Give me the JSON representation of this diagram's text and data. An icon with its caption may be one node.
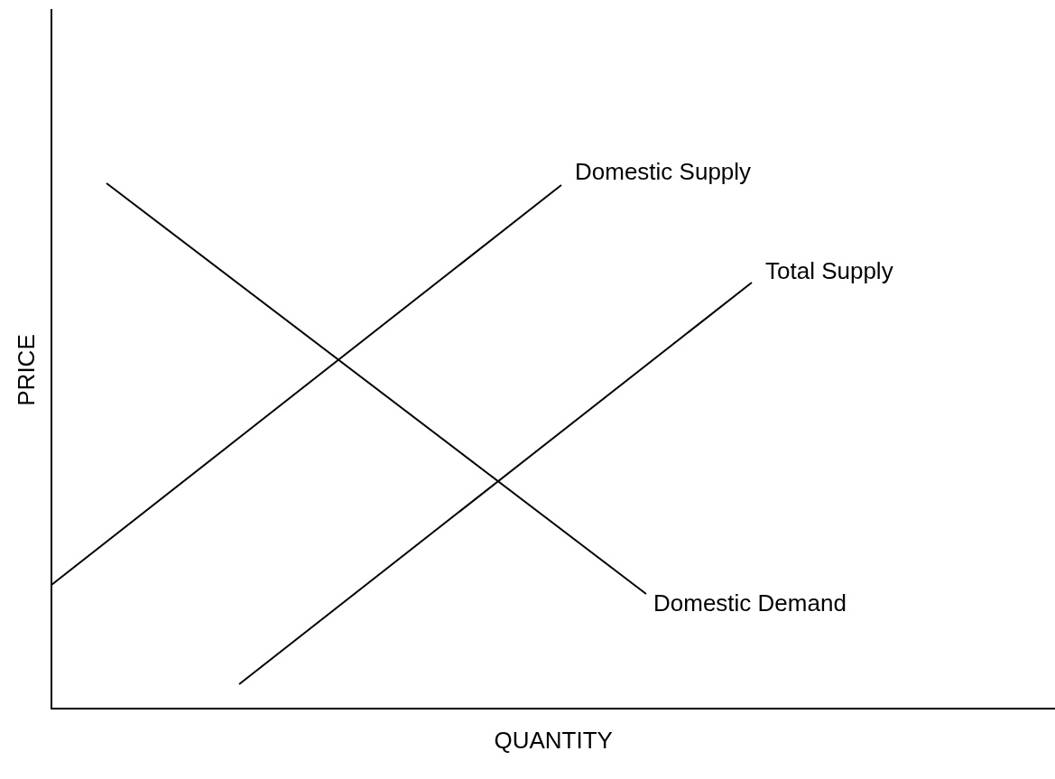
{
  "diagram": {
    "labels": [
      "Domestic Supply",
      "Total Supply",
      "PRICE",
      "Domestic Demand",
      "QUANTITY"
    ]
  }
}
